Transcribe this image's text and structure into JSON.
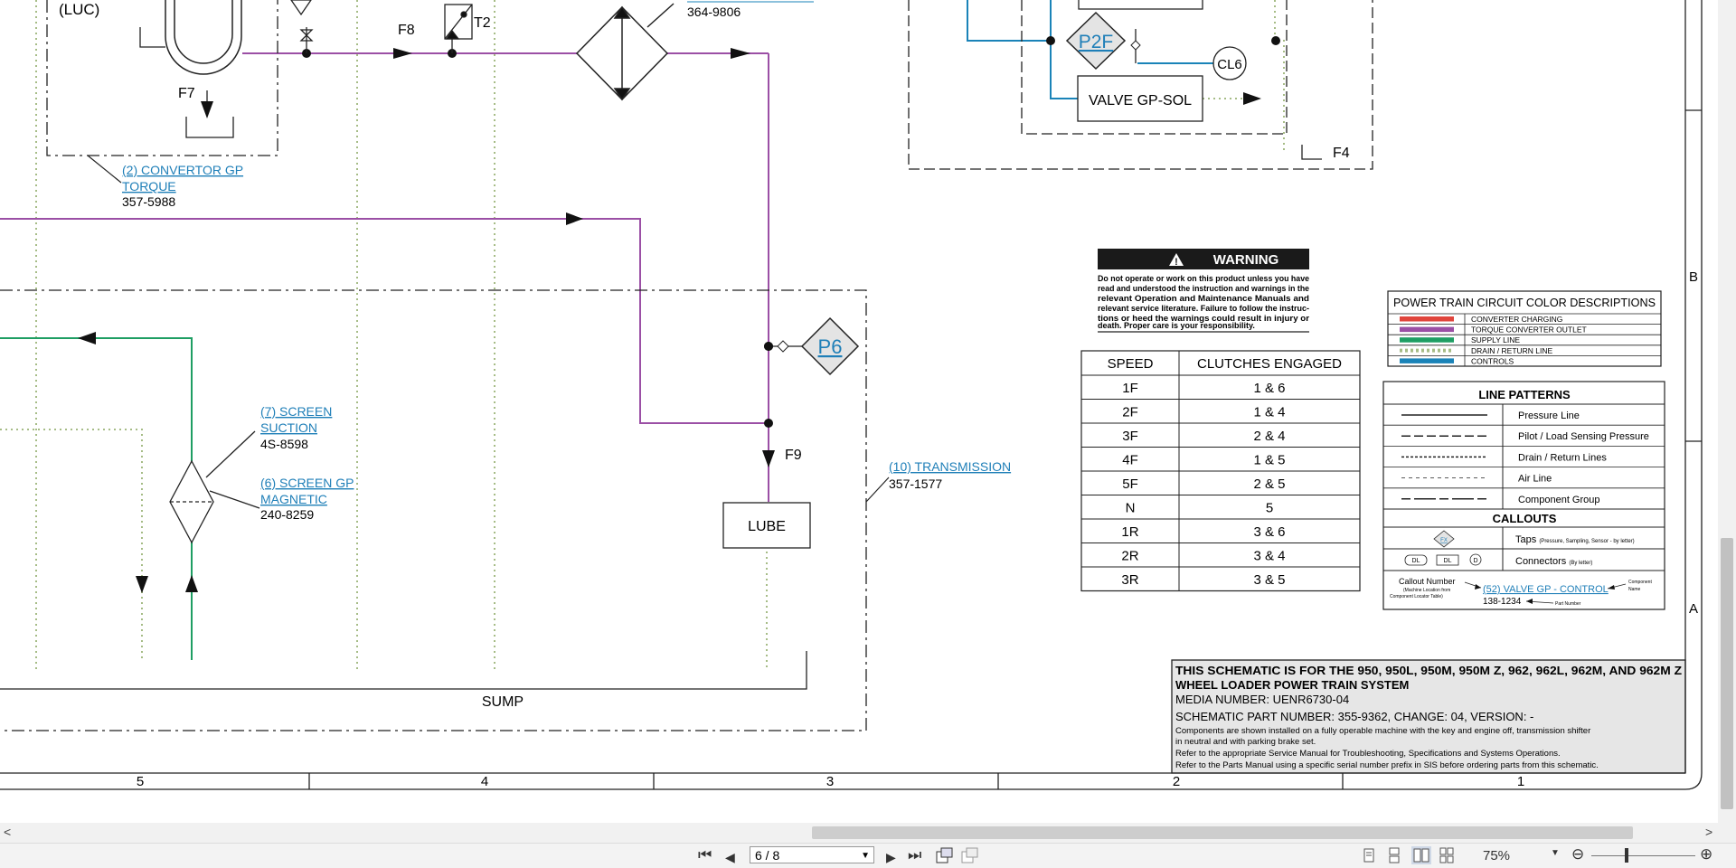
{
  "schematic": {
    "labels": {
      "luc": "(LUC)",
      "f8": "F8",
      "t2": "T2",
      "f7": "F7",
      "f9": "F9",
      "f4": "F4",
      "part_364": "364-9806",
      "lube": "LUBE",
      "sump": "SUMP",
      "valve_gp_sol": "VALVE GP-SOL",
      "cl6": "CL6",
      "p2f": "P2F",
      "p6": "P6"
    },
    "callouts": {
      "convertor_1": "(2) CONVERTOR GP",
      "convertor_2": "TORQUE",
      "convertor_pn": "357-5988",
      "suction_1": "(7) SCREEN",
      "suction_2": "SUCTION",
      "suction_pn": "4S-8598",
      "magnetic_1": "(6) SCREEN GP",
      "magnetic_2": "MAGNETIC",
      "magnetic_pn": "240-8259",
      "transmission_1": "(10) TRANSMISSION",
      "transmission_pn": "357-1577"
    },
    "warning": {
      "title": "WARNING",
      "lines": [
        "Do not operate or work on this product unless you have",
        "read and understood the instruction and warnings in the",
        "relevant Operation and Maintenance Manuals and",
        "relevant service literature. Failure to follow the instruc-",
        "tions or heed the warnings could result in injury or",
        "death. Proper care is your responsibility."
      ]
    },
    "speed_table": {
      "headers": [
        "SPEED",
        "CLUTCHES ENGAGED"
      ],
      "rows": [
        [
          "1F",
          "1 & 6"
        ],
        [
          "2F",
          "1 & 4"
        ],
        [
          "3F",
          "2 & 4"
        ],
        [
          "4F",
          "1 & 5"
        ],
        [
          "5F",
          "2 & 5"
        ],
        [
          "N",
          "5"
        ],
        [
          "1R",
          "3 & 6"
        ],
        [
          "2R",
          "3 & 4"
        ],
        [
          "3R",
          "3 & 5"
        ]
      ]
    },
    "color_legend": {
      "title": "POWER TRAIN CIRCUIT COLOR DESCRIPTIONS",
      "items": [
        {
          "label": "CONVERTER CHARGING",
          "color": "#e0453c"
        },
        {
          "label": "TORQUE CONVERTER OUTLET",
          "color": "#9b4fa5"
        },
        {
          "label": "SUPPLY LINE",
          "color": "#1e9e63"
        },
        {
          "label": "DRAIN / RETURN LINE",
          "color": "#a6bc86"
        },
        {
          "label": "CONTROLS",
          "color": "#1a83b8"
        }
      ]
    },
    "line_patterns": {
      "title": "LINE PATTERNS",
      "items": [
        "Pressure Line",
        "Pilot / Load Sensing Pressure",
        "Drain / Return Lines",
        "Air Line",
        "Component Group"
      ]
    },
    "callouts_legend": {
      "title": "CALLOUTS",
      "taps_label": "Taps",
      "taps_sub": "(Pressure, Sampling, Sensor - by letter)",
      "tap_symbol": "FX",
      "connectors_label": "Connectors",
      "connectors_sub": "(By letter)",
      "conn_symbols": [
        "DL",
        "DL",
        "D"
      ],
      "callout_number": "Callout Number",
      "callout_sub_1": "(Machine Location from",
      "callout_sub_2": "Component Locator Table)",
      "example_name": "(52) VALVE GP - CONTROL",
      "example_pn": "138-1234",
      "component_name_1": "Component",
      "component_name_2": "Name",
      "part_number": "Part Number"
    },
    "title_block": {
      "line1": "THIS SCHEMATIC IS FOR THE 950, 950L, 950M, 950M Z, 962, 962L, 962M, AND 962M Z",
      "line2": "WHEEL LOADER POWER TRAIN SYSTEM",
      "media": "MEDIA NUMBER: UENR6730-04",
      "part": "SCHEMATIC PART NUMBER: 355-9362, CHANGE: 04, VERSION: -",
      "note1": "Components are shown installed on a fully operable machine with the key and engine off, transmission shifter",
      "note2": "in neutral and with parking brake set.",
      "note3": "Refer to the appropriate Service Manual for Troubleshooting, Specifications and Systems Operations.",
      "note4": "Refer to the Parts Manual using a specific serial number prefix in SIS before ordering parts from this schematic."
    },
    "zones": [
      "5",
      "4",
      "3",
      "2",
      "1"
    ],
    "row_markers": [
      "B",
      "A"
    ]
  },
  "toolbar": {
    "page": "6 / 8",
    "zoom": "75%",
    "icons": {
      "first": "⏮",
      "prev": "◀",
      "next": "▶",
      "last": "⏭",
      "zoom_out": "⊖",
      "zoom_in": "⊕"
    }
  },
  "scroll": {
    "left_arrow": "<",
    "right_arrow": ">"
  },
  "colors": {
    "torque_outlet": "#9b4fa5",
    "supply": "#1e9e63",
    "drain": "#a6bc86",
    "controls": "#1a83b8",
    "link": "#1f7fb8"
  }
}
